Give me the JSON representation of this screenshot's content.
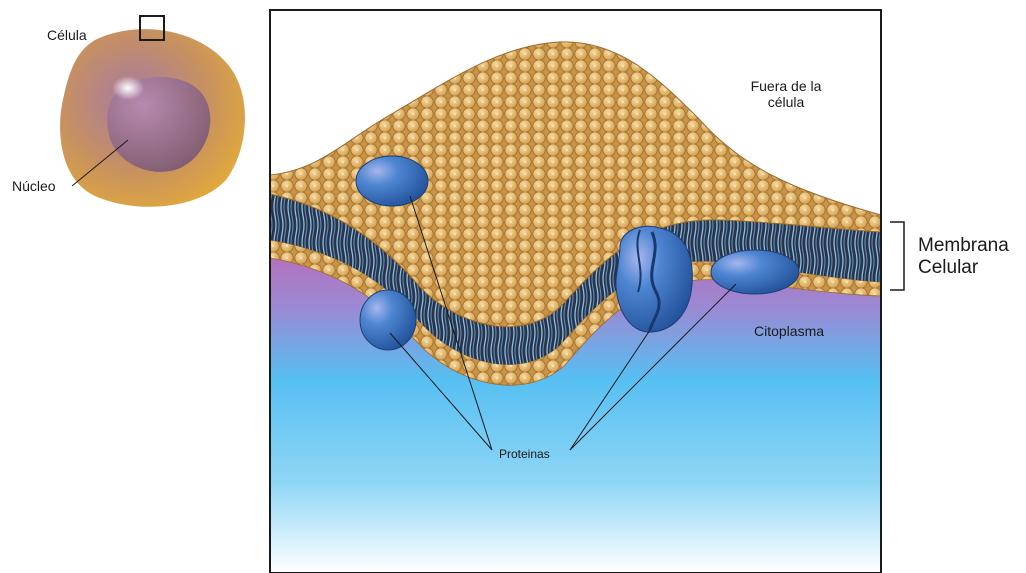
{
  "labels": {
    "cell": "Célula",
    "nucleus": "Núcleo",
    "outside_line1": "Fuera de la",
    "outside_line2": "célula",
    "membrane_line1": "Membrana",
    "membrane_line2": "Celular",
    "cytoplasm": "Citoplasma",
    "proteins": "Proteinas"
  },
  "colors": {
    "cell_body": "#c7925a",
    "cell_edge": "#e2a93a",
    "nucleus": "#8e6079",
    "lipid_head": "#e3b96a",
    "lipid_head_edge": "#9a6a2c",
    "lipid_tail": "#6f9fc2",
    "protein": "#3f78c4",
    "protein_dark": "#234f93",
    "cytoplasm": "#4fc3f4",
    "cytoplasm_top": "#b46fbb",
    "outline": "#1a1a1a"
  }
}
